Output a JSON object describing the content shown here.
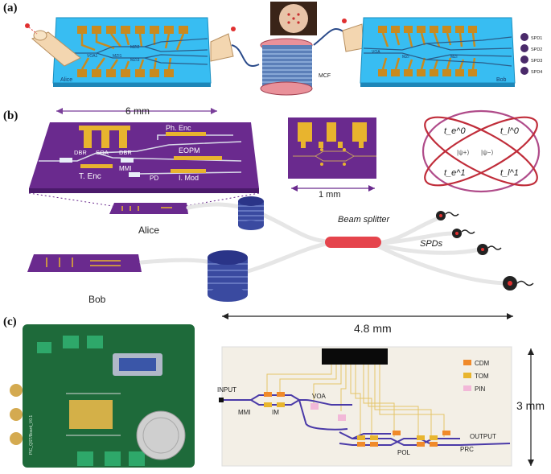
{
  "panel_a": {
    "label": "(a)",
    "alice_label": "Alice",
    "bob_label": "Bob",
    "mcf_label": "MCF",
    "alice_components": [
      "VOA1",
      "MZI1",
      "MZI2",
      "MZI3"
    ],
    "bob_components": [
      "VOA",
      "MZI",
      "MZI"
    ],
    "spd_labels": [
      "SPD1",
      "SPD2",
      "SPD3",
      "SPD4"
    ]
  },
  "panel_b": {
    "label": "(b)",
    "width_label": "6 mm",
    "chip_labels": [
      "Ph. Enc",
      "DBR",
      "SOA",
      "DBR",
      "EOPM",
      "T. Enc",
      "MMI",
      "PD",
      "I. Mod"
    ],
    "zoom_label": "1 mm",
    "alice_label": "Alice",
    "bob_label": "Bob",
    "beam_splitter_label": "Beam splitter",
    "spds_label": "SPDs",
    "state_labels": [
      "t_e^0",
      "t_l^0",
      "t_e^1",
      "t_l^1",
      "|ψ+⟩",
      "|ψ−⟩"
    ]
  },
  "panel_c": {
    "label": "(c)",
    "width_label": "4.8 mm",
    "height_label": "3 mm",
    "legend": [
      {
        "name": "CDM",
        "color": "#f08a2a"
      },
      {
        "name": "TOM",
        "color": "#e8b52e"
      },
      {
        "name": "PIN",
        "color": "#f2b8d8"
      }
    ],
    "chip_labels": [
      "INPUT",
      "MMI",
      "IM",
      "VOA",
      "POL",
      "PRC",
      "OUTPUT"
    ],
    "board_text": "PIC_QST/Board_V0.1"
  }
}
